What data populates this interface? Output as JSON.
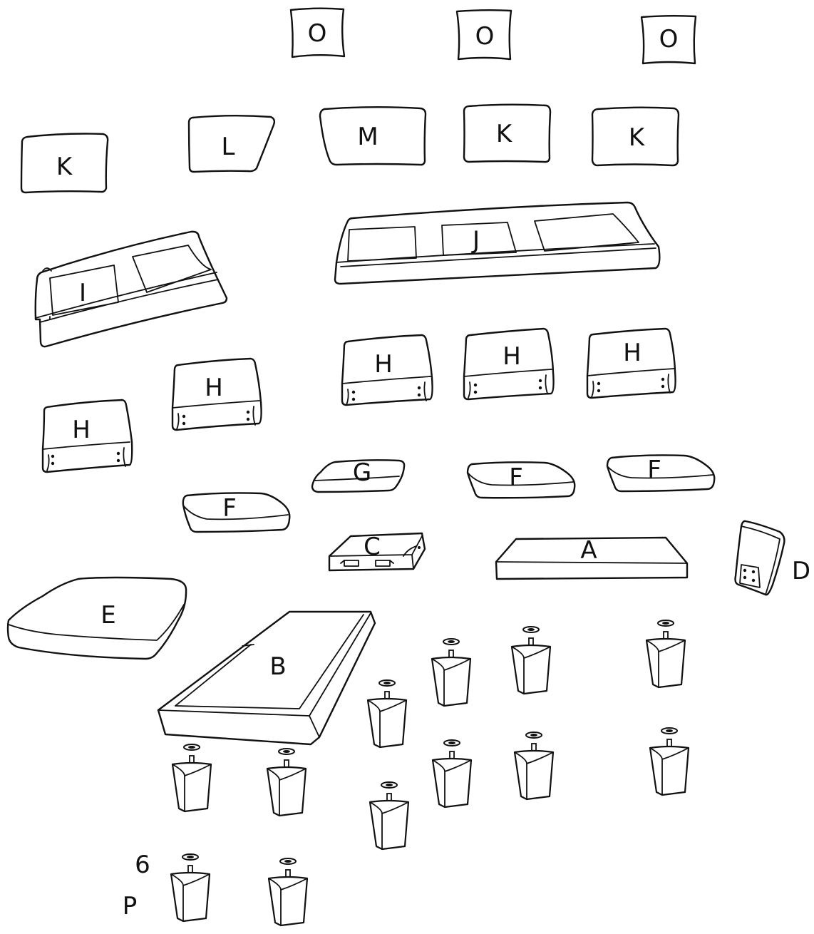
{
  "labels": {
    "pillow": "O",
    "back_cushion_k": "K",
    "back_cushion_l": "L",
    "back_cushion_m": "M",
    "backrest_i": "I",
    "backrest_j": "J",
    "arm_h": "H",
    "seat_cushion_f": "F",
    "seat_cushion_g": "G",
    "bracket_c": "C",
    "frame_a": "A",
    "frame_b": "B",
    "panel_d": "D",
    "cushion_e": "E",
    "leg_count": "6",
    "leg_label": "P"
  },
  "colors": {
    "line": "#111111",
    "background": "#ffffff"
  }
}
